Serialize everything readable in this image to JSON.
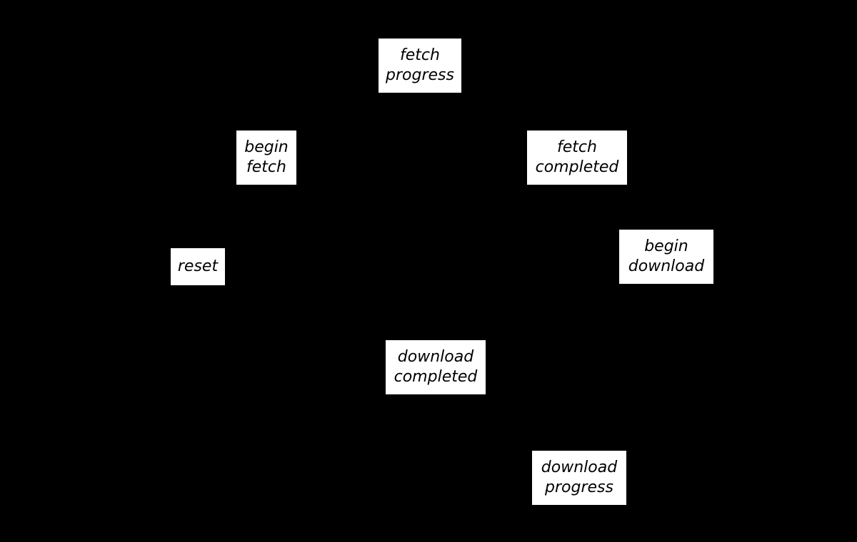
{
  "diagram": {
    "background_color": "#000000",
    "label_background_color": "#ffffff",
    "label_text_color": "#000000",
    "labels": {
      "fetch_progress": "fetch\nprogress",
      "begin_fetch": "begin\nfetch",
      "fetch_completed": "fetch\ncompleted",
      "begin_download": "begin\ndownload",
      "reset": "reset",
      "download_completed": "download\ncompleted",
      "download_progress": "download\nprogress"
    }
  }
}
